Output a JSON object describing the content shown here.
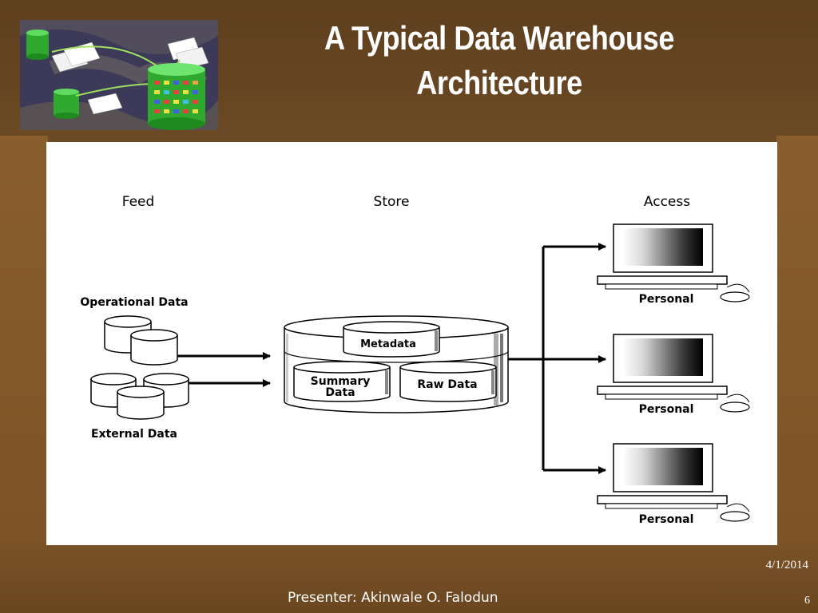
{
  "slide": {
    "title_line1": "A Typical Data Warehouse",
    "title_line2": "Architecture",
    "date": "4/1/2014",
    "presenter": "Presenter: Akinwale O. Falodun",
    "page_number": "6"
  },
  "diagram": {
    "headers": {
      "feed": "Feed",
      "store": "Store",
      "access": "Access"
    },
    "sources": {
      "operational": "Operational Data",
      "external": "External Data"
    },
    "warehouse": {
      "metadata": "Metadata",
      "summary_line1": "Summary",
      "summary_line2": "Data",
      "raw": "Raw Data"
    },
    "clients": [
      "Personal",
      "Personal",
      "Personal"
    ]
  },
  "colors": {
    "background": "#6b4a24",
    "panel": "#ffffff",
    "text": "#ffffff"
  }
}
